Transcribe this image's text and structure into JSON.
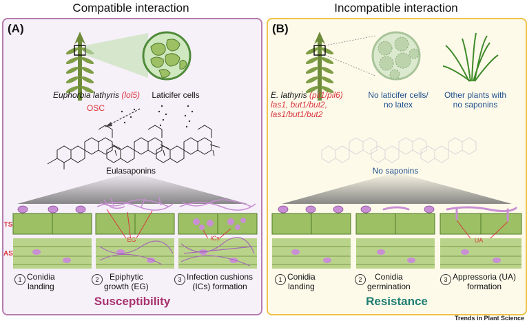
{
  "titles": {
    "left": "Compatible interaction",
    "right": "Incompatible interaction"
  },
  "panel_a": {
    "label": "(A)",
    "plant_name": "Euphorbia lathyris",
    "plant_mutant": "(lol5)",
    "laticifer": "Laticifer cells",
    "enzyme": "OSC",
    "compound": "Eulasaponins",
    "layer_ts": "TS",
    "layer_as": "AS",
    "annot_eg": "EG",
    "annot_ics": "ICs",
    "steps": [
      {
        "num": "1",
        "line1": "Conidia",
        "line2": "landing"
      },
      {
        "num": "2",
        "line1": "Epiphytic",
        "line2": "growth (EG)"
      },
      {
        "num": "3",
        "line1": "Infection cushions",
        "line2": "(ICs) formation"
      }
    ],
    "outcome": "Susceptibility"
  },
  "panel_b": {
    "label": "(B)",
    "plant_name": "E. lathyris",
    "plant_mutant": "(pil1/pil6)",
    "mutants_line2": "las1, but1/but2,",
    "mutants_line3": "las1/but1/but2",
    "no_laticifer_1": "No laticifer cells/",
    "no_laticifer_2": "no latex",
    "other_plants_1": "Other plants with",
    "other_plants_2": "no saponins",
    "no_saponins": "No saponins",
    "annot_ua": "UA",
    "steps": [
      {
        "num": "1",
        "line1": "Conidia",
        "line2": "landing"
      },
      {
        "num": "2",
        "line1": "Conidia",
        "line2": "germination"
      },
      {
        "num": "3",
        "line1": "Appressoria (UA)",
        "line2": "formation"
      }
    ],
    "outcome": "Resistance"
  },
  "credit": "Trends in Plant Science",
  "colors": {
    "susceptibility": "#a8336f",
    "resistance": "#1e7d72",
    "red": "#d9363e",
    "blue": "#1f4e8c",
    "leaf": "#6d8b3a",
    "cell": "#9cc063",
    "fungus": "#c88fd4"
  }
}
